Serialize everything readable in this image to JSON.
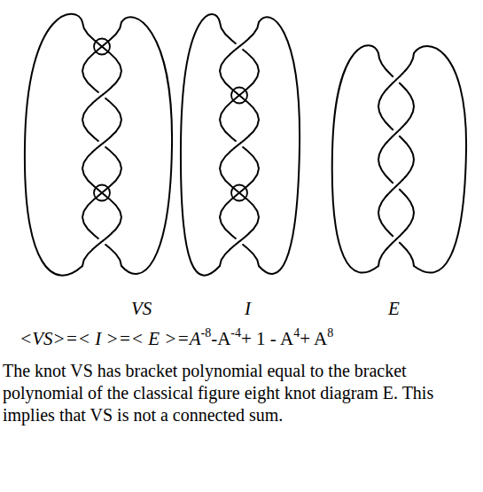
{
  "diagram": {
    "caption": "The knot VS has bracket polynomial equal to the bracket polynomial of the classical figure eight knot diagram E. This implies that VS is not a connected sum.",
    "labels": [
      "VS",
      "I",
      "E",
      "<VS>=< I >=< E >=A",
      "-8",
      "-A",
      "-4",
      "+ 1 - A",
      "4",
      "+ A",
      "8"
    ]
  }
}
